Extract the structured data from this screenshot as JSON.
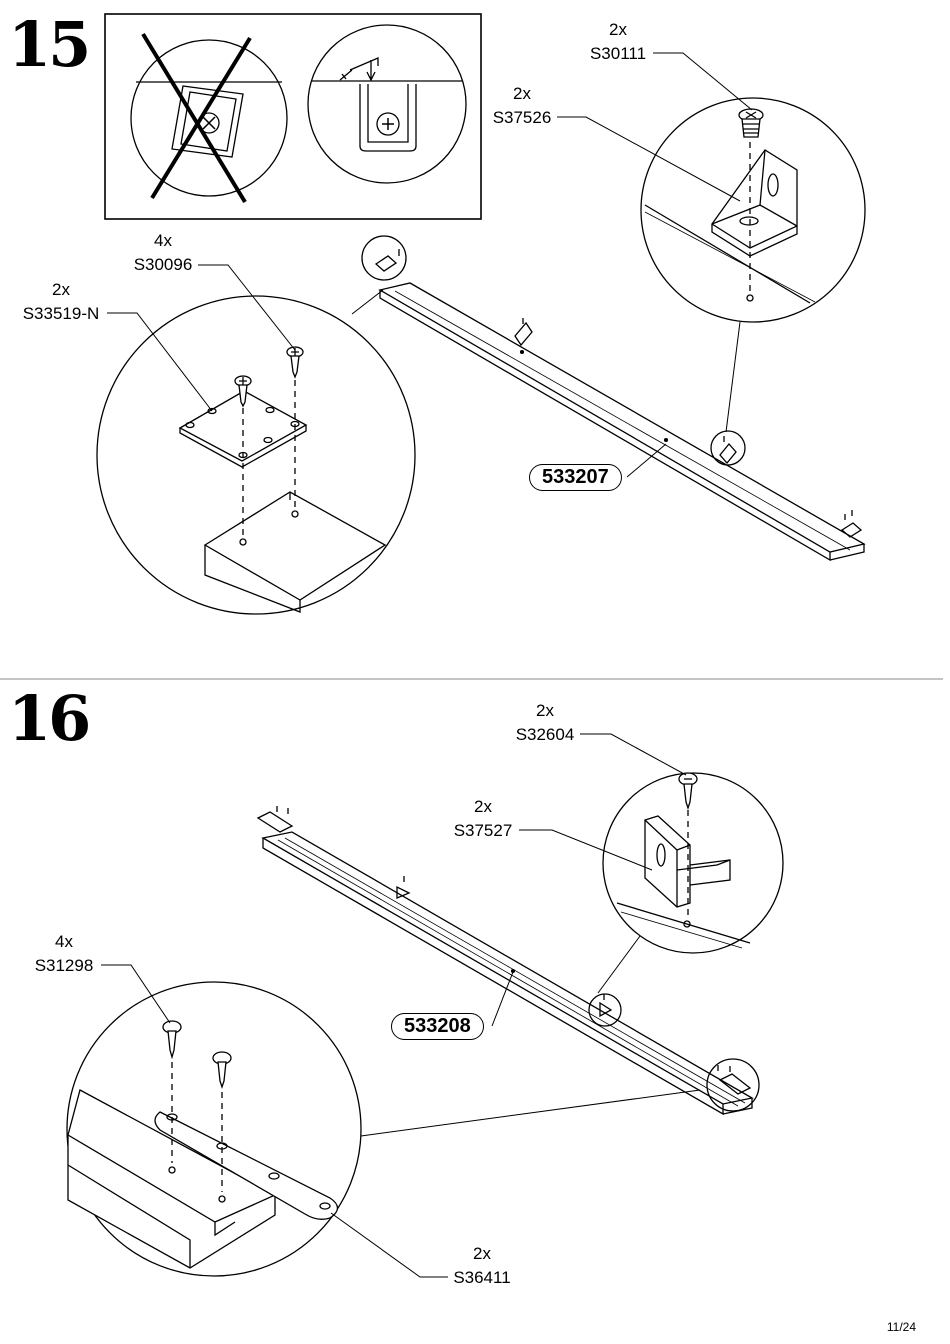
{
  "page": {
    "number": "11/24"
  },
  "step15": {
    "number": "15",
    "board_code": "533207",
    "callouts": [
      {
        "qty": "2x",
        "code": "S30111"
      },
      {
        "qty": "2x",
        "code": "S37526"
      },
      {
        "qty": "4x",
        "code": "S30096"
      },
      {
        "qty": "2x",
        "code": "S33519-N"
      }
    ]
  },
  "step16": {
    "number": "16",
    "board_code": "533208",
    "callouts": [
      {
        "qty": "2x",
        "code": "S32604"
      },
      {
        "qty": "2x",
        "code": "S37527"
      },
      {
        "qty": "4x",
        "code": "S31298"
      },
      {
        "qty": "2x",
        "code": "S36411"
      }
    ]
  }
}
